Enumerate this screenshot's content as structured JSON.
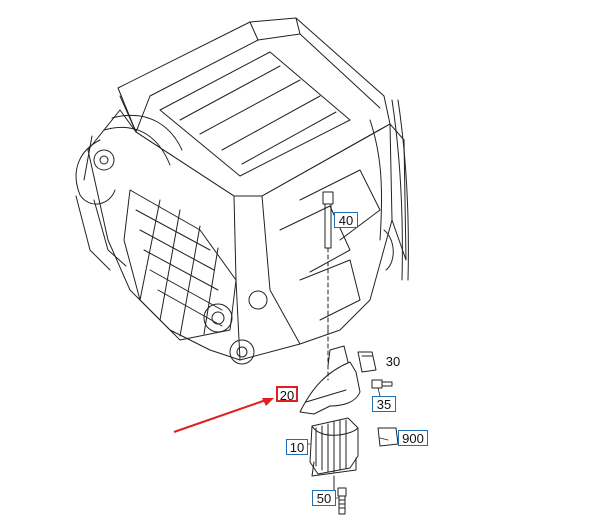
{
  "colors": {
    "callout_border": "#1f6fb2",
    "selected_border": "#e02020",
    "pointer_arrow": "#e02020",
    "line_art": "#222222"
  },
  "callouts": {
    "c40": "40",
    "c30": "30",
    "c35": "35",
    "c20": "20",
    "c900": "900",
    "c10": "10",
    "c50": "50"
  },
  "selected_callout": "20"
}
